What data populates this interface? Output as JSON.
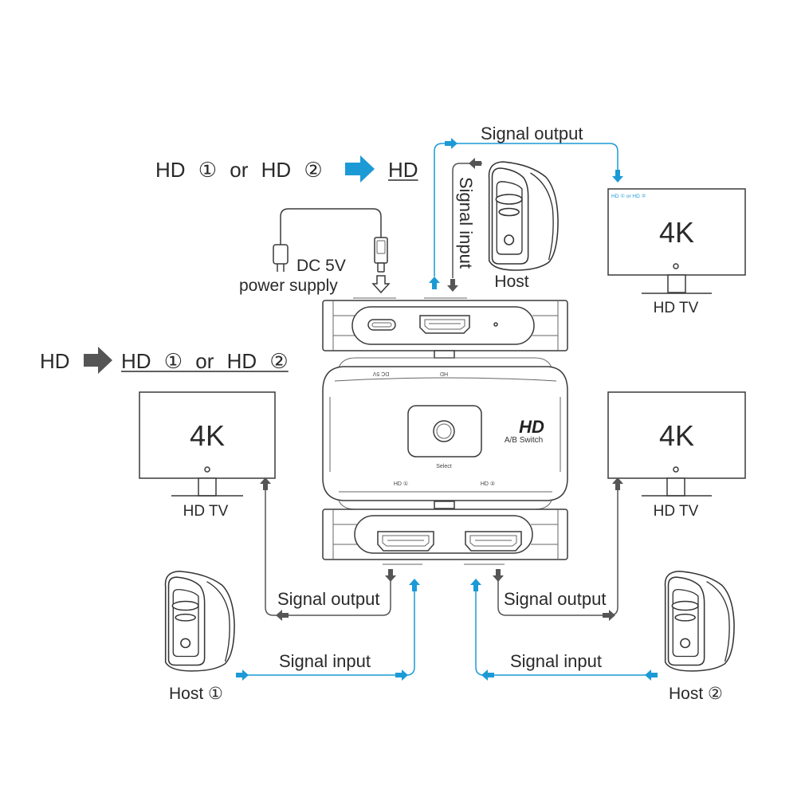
{
  "headline_top": {
    "source": "HD ① or HD ②",
    "target": "HD"
  },
  "headline_left": {
    "source": "HD",
    "target": "HD ① or HD ②"
  },
  "power": {
    "voltage_label": "DC 5V",
    "supply_label": "power supply"
  },
  "top_link": {
    "output_label": "Signal output",
    "input_label": "Signal input",
    "host_label": "Host"
  },
  "tv_top_right": {
    "screen_text": "4K",
    "screen_caption": "HD ① or HD ②",
    "label": "HD TV"
  },
  "tv_left": {
    "screen_text": "4K",
    "label": "HD TV"
  },
  "tv_right": {
    "screen_text": "4K",
    "label": "HD TV"
  },
  "device": {
    "port_label_power": "DC 5V",
    "port_label_hdmi": "HD",
    "logo": "HD",
    "subtitle": "A/B Switch",
    "button_label": "Select",
    "port_label_1": "HD ①",
    "port_label_2": "HD ②"
  },
  "left_link": {
    "output_label": "Signal output",
    "input_label": "Signal input",
    "host_label": "Host ①"
  },
  "right_link": {
    "output_label": "Signal output",
    "input_label": "Signal input",
    "host_label": "Host ②"
  },
  "colors": {
    "signal": "#1c9ad6",
    "arrow": "#555555",
    "line": "#3a3a3a"
  }
}
